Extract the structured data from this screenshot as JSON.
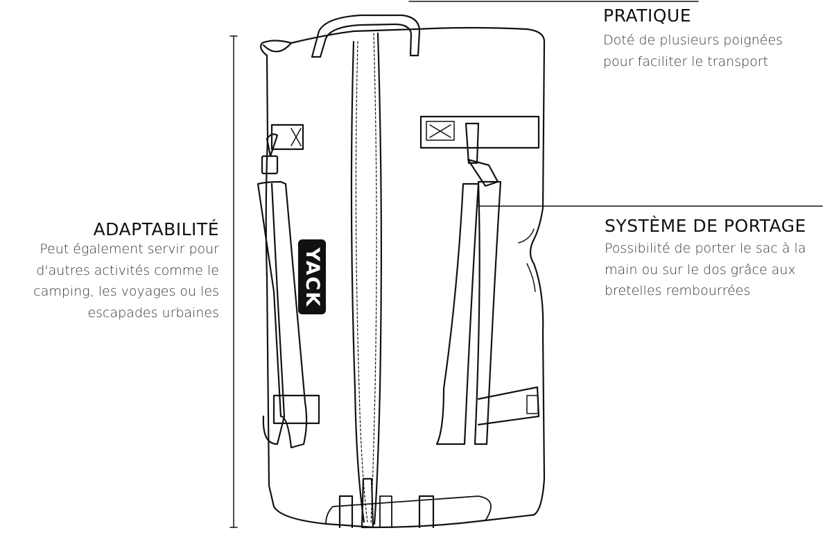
{
  "brand_label": "YACK",
  "features": {
    "pratique": {
      "title": "PRATIQUE",
      "lines": [
        "Doté de plusieurs poignées",
        "pour faciliter le transport"
      ]
    },
    "adaptabilite": {
      "title": "ADAPTABILITÉ",
      "lines": [
        "Peut également servir pour",
        "d'autres activités comme le",
        "camping, les voyages ou les",
        "escapades urbaines"
      ]
    },
    "portage": {
      "title": "SYSTÈME DE PORTAGE",
      "lines": [
        "Possibilité de porter le sac à la",
        "main ou sur le dos grâce aux",
        "bretelles rembourrées"
      ]
    }
  }
}
